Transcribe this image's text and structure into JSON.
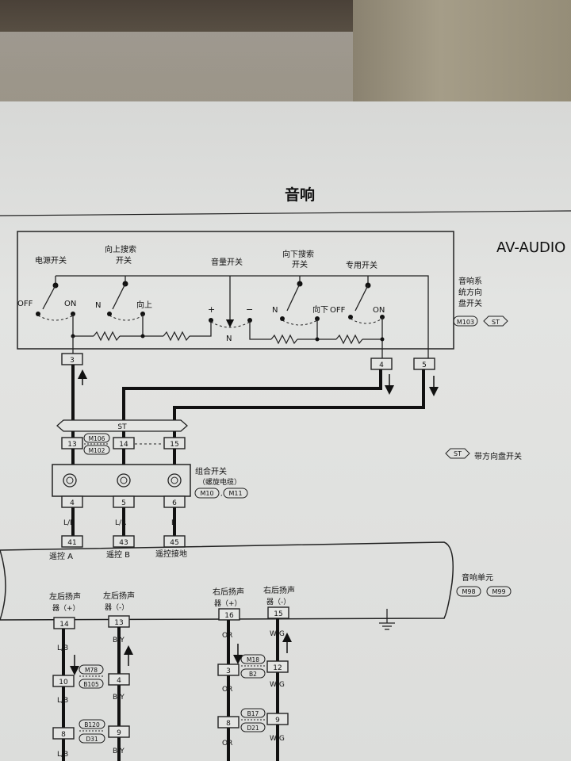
{
  "page_title": "音响",
  "section_title": "AV-AUDIO",
  "steering_switch": {
    "label_line1": "音响系",
    "label_line2": "统方向",
    "label_line3": "盘开关",
    "connector_m": "M103",
    "connector_st": "ST"
  },
  "switches": {
    "power": "电源开关",
    "seek_up_line1": "向上搜索",
    "seek_up_line2": "开关",
    "volume": "音量开关",
    "seek_down_line1": "向下搜索",
    "seek_down_line2": "开关",
    "mode": "专用开关",
    "off": "OFF",
    "on": "ON",
    "n": "N",
    "up": "向上",
    "down": "向下",
    "plus": "+",
    "minus": "−"
  },
  "pins": {
    "p3": "3",
    "p4": "4",
    "p5": "5",
    "p13": "13",
    "p14": "14",
    "p15": "15",
    "c4": "4",
    "c5": "5",
    "c6": "6",
    "p41": "41",
    "p43": "43",
    "p45": "45",
    "s14": "14",
    "s13": "13",
    "s16": "16",
    "s15": "15",
    "a10": "10",
    "a4": "4",
    "a3": "3",
    "a12": "12",
    "b8": "8",
    "b9": "9",
    "b8r": "8",
    "b9r": "9"
  },
  "connectors": {
    "m106": "M106",
    "m102": "M102",
    "m78": "M78",
    "b105": "B105",
    "b120": "B120",
    "d31": "D31",
    "m18": "M18",
    "b2": "B2",
    "b17": "B17",
    "d21": "D21"
  },
  "st_bar": "ST",
  "st_legend": "带方向盘开关",
  "combo_switch": {
    "line1": "组合开关",
    "line2": "（螺旋电缆）",
    "m10": "M10",
    "m11": "M11"
  },
  "wire_colors": {
    "lb": "L/B",
    "lr": "L/R",
    "b": "B",
    "lb2": "L/B",
    "by": "B/Y",
    "or": "OR",
    "wg": "W/G"
  },
  "audio_unit": {
    "remote_a": "遥控 A",
    "remote_b": "遥控 B",
    "remote_gnd": "遥控接地",
    "label": "音响单元",
    "m98": "M98",
    "m99": "M99"
  },
  "speakers": {
    "lr_plus_l1": "左后扬声",
    "lr_plus_l2": "器（+）",
    "lr_minus_l1": "左后扬声",
    "lr_minus_l2": "器（-）",
    "rr_plus_l1": "右后扬声",
    "rr_plus_l2": "器（+）",
    "rr_minus_l1": "右后扬声",
    "rr_minus_l2": "器（-）"
  }
}
